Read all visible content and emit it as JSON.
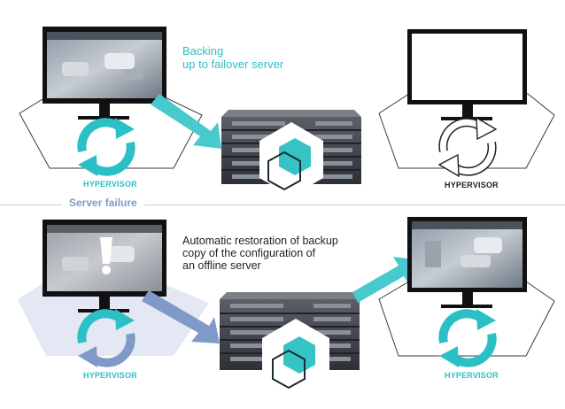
{
  "top": {
    "caption_line1": "Backing",
    "caption_line2": "up to failover server",
    "left_hypervisor_label": "HYPERVISOR",
    "right_hypervisor_label": "HYPERVISOR"
  },
  "divider": {
    "label": "Server failure"
  },
  "bottom": {
    "caption_line1": "Automatic restoration of backup",
    "caption_line2": "copy of the configuration of",
    "caption_line3": "an offline server",
    "left_hypervisor_label": "HYPERVISOR",
    "right_hypervisor_label": "HYPERVISOR"
  },
  "colors": {
    "teal": "#2bbfc6",
    "blue": "#7f9ac8",
    "blue_fill": "#e3e8f4",
    "dark": "#222222"
  }
}
